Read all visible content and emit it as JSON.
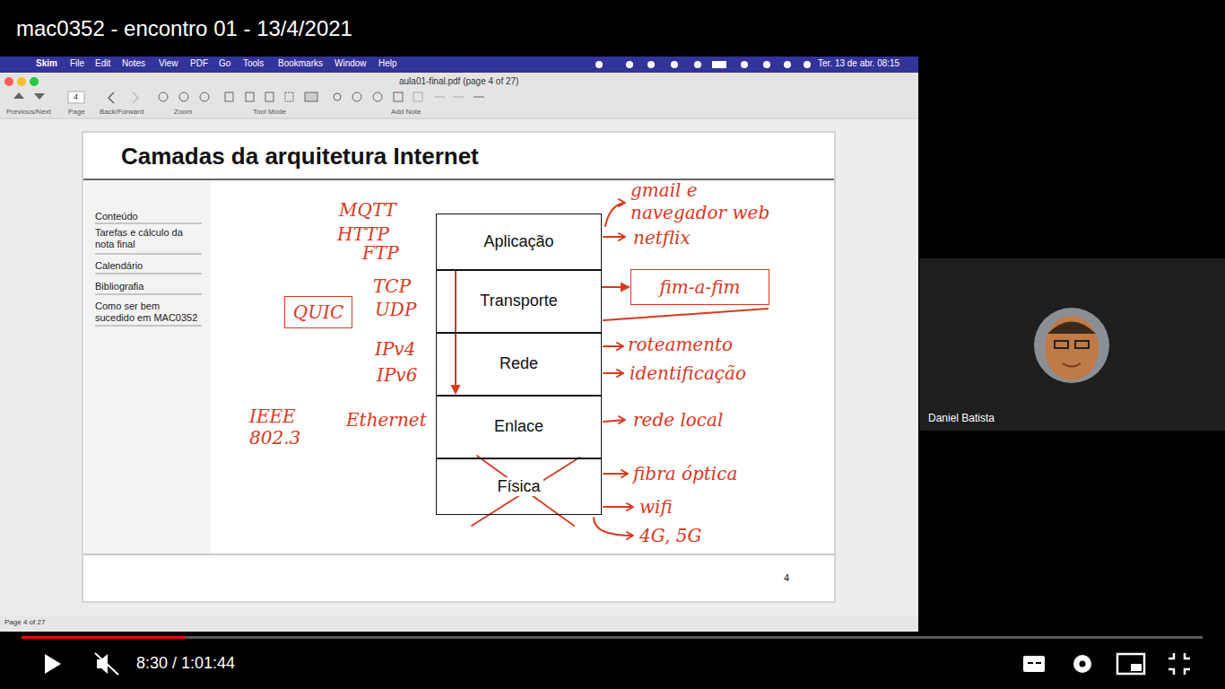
{
  "diagram": {
    "title": "Camadas da arquitetura Internet",
    "nodes": [
      {
        "text": [
          "Aplicação"
        ]
      },
      {
        "text": [
          "Transporte"
        ]
      },
      {
        "text": [
          "Rede"
        ]
      },
      {
        "text": [
          "Enlace"
        ]
      },
      {
        "text": [
          "Física"
        ]
      },
      {
        "text": [
          "QUIC"
        ]
      },
      {
        "text": [
          "fim-a-fim"
        ]
      }
    ],
    "edges": [
      {
        "from": 1,
        "to": 6,
        "arrow": "to"
      },
      {
        "from": 0,
        "to": 3,
        "arrow": "to"
      }
    ],
    "labels": [
      "mac0352 - encontro 01 - 13/4/2021",
      "Skim",
      "File",
      "Edit",
      "Notes",
      "View",
      "PDF",
      "Go",
      "Tools",
      "Bookmarks",
      "Window",
      "Help",
      "Ter. 13 de abr. 08:15",
      "aula01-final.pdf (page 4 of 27)",
      "4",
      "Previous/Next",
      "Page",
      "Back/Forward",
      "Zoom",
      "Tool Mode",
      "Add Note",
      "Conteúdo",
      "Tarefas e cálculo da nota final",
      "Calendário",
      "Bibliografia",
      "Como ser bem sucedido em MAC0352",
      "MQTT",
      "HTTP",
      "FTP",
      "TCP",
      "UDP",
      "IPv4",
      "IPv6",
      "IEEE 802.3",
      "Ethernet",
      "gmail e",
      "navegador web",
      "netflix",
      "roteamento",
      "identificação",
      "rede local",
      "fibra óptica",
      "wifi",
      "4G, 5G",
      "4",
      "Page 4 of 27",
      "8:30 / 1:01:44",
      "Daniel Batista"
    ]
  }
}
